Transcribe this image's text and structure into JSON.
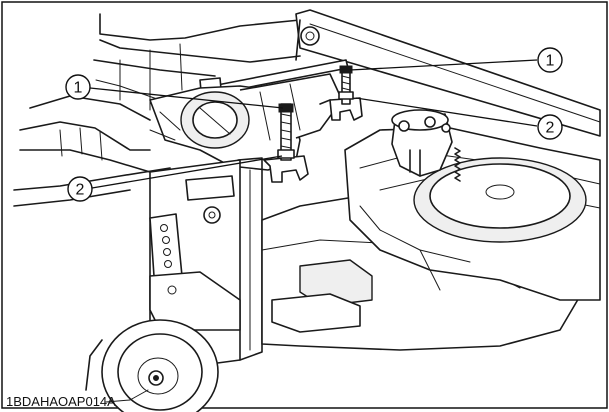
{
  "callouts": [
    {
      "id": "c1-right",
      "label": "1"
    },
    {
      "id": "c2-right",
      "label": "2"
    },
    {
      "id": "c1-left",
      "label": "1"
    },
    {
      "id": "c2-left",
      "label": "2"
    }
  ],
  "figure_code": "1BDAHAOAP014A"
}
